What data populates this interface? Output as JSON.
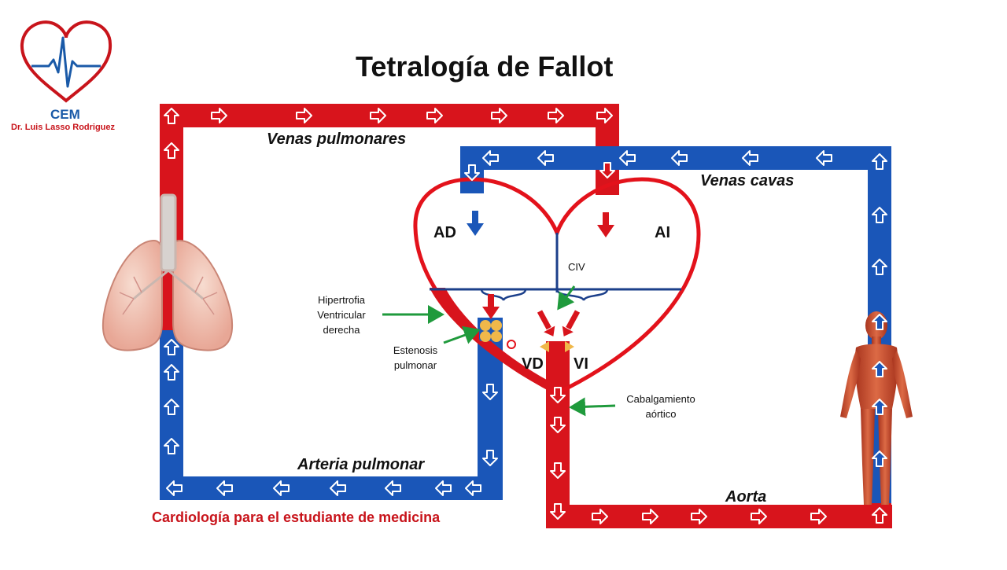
{
  "title": "Tetralogía de Fallot",
  "logo": {
    "name": "CEM",
    "author": "Dr. Luis Lasso Rodriguez"
  },
  "vessels": {
    "pulmonary_veins": "Venas pulmonares",
    "venae_cavae": "Venas cavas",
    "pulmonary_artery": "Arteria pulmonar",
    "aorta": "Aorta"
  },
  "chambers": {
    "ra": "AD",
    "la": "AI",
    "rv": "VD",
    "lv": "VI"
  },
  "annotations": {
    "civ": "CIV",
    "rv_hypertrophy": [
      "Hipertrofia",
      "Ventricular",
      "derecha"
    ],
    "pulmonary_stenosis": [
      "Estenosis",
      "pulmonar"
    ],
    "aortic_override": [
      "Cabalgamiento",
      "aórtico"
    ]
  },
  "footer": "Cardiología para el estudiante de medicina",
  "colors": {
    "oxygenated": "#d8141c",
    "deoxygenated": "#1a56b8",
    "heart_outline": "#e3121b",
    "septum": "#1b3f8a",
    "annotation_arrow": "#1f9a3c",
    "footer_text": "#c8141b"
  },
  "icons": [
    "heart-ecg-logo-icon",
    "lungs-icon",
    "human-body-icon",
    "flow-arrow-icon"
  ]
}
